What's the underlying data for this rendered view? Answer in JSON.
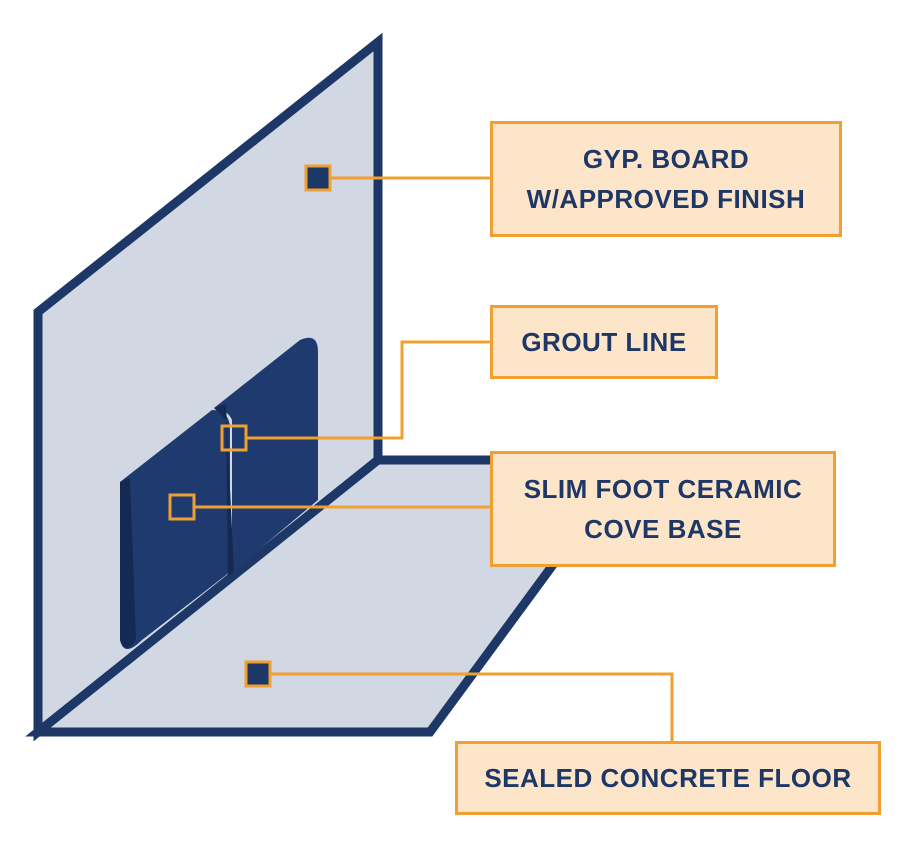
{
  "labels": {
    "gyp_board": [
      "GYP. BOARD",
      "W/APPROVED FINISH"
    ],
    "grout_line": [
      "GROUT LINE"
    ],
    "cove_base": [
      "SLIM FOOT CERAMIC",
      "COVE BASE"
    ],
    "floor": [
      "SEALED CONCRETE FLOOR"
    ]
  },
  "colors": {
    "navy": "#1d3766",
    "panel_fill": "#d2d8e3",
    "orange": "#f0a030",
    "label_fill": "#fde5c9"
  }
}
